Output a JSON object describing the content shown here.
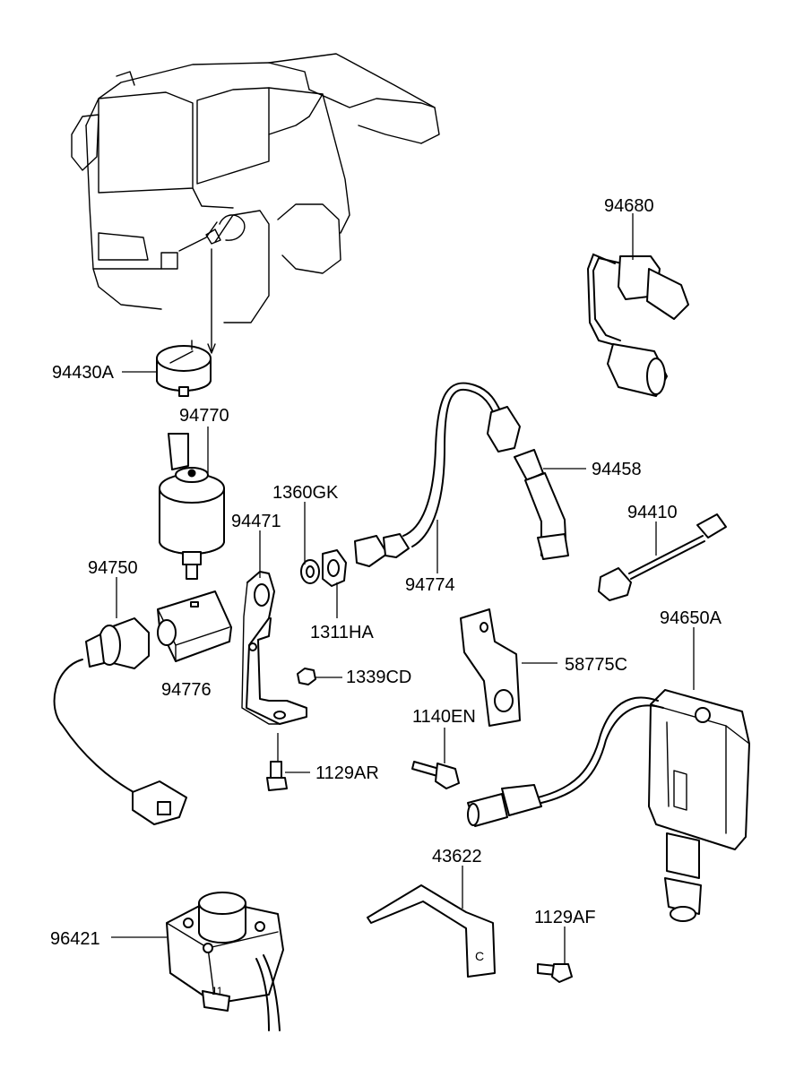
{
  "labels": {
    "l94680": "94680",
    "l94430A": "94430A",
    "l94770": "94770",
    "l1360GK": "1360GK",
    "l94471": "94471",
    "l94458": "94458",
    "l94410": "94410",
    "l94750": "94750",
    "l1311HA": "1311HA",
    "l94774": "94774",
    "l94650A": "94650A",
    "l58775C": "58775C",
    "l94776": "94776",
    "l1339CD": "1339CD",
    "l1140EN": "1140EN",
    "l1129AR": "1129AR",
    "l43622": "43622",
    "l1129AF": "1129AF",
    "l96421": "96421"
  },
  "markings": {
    "bracket_letter": "C",
    "switch_marking": "11"
  },
  "icons": {
    "truck": "truck-cab-outline-icon",
    "sender": "pressure-sender-icon",
    "switch": "pressure-switch-icon",
    "connector": "wire-connector-icon",
    "hose": "hose-assembly-icon",
    "bracket": "bracket-icon",
    "bolt": "bolt-icon",
    "nut": "nut-icon",
    "solenoid": "solenoid-valve-icon"
  },
  "colors": {
    "line": "#000000",
    "background": "#ffffff"
  }
}
